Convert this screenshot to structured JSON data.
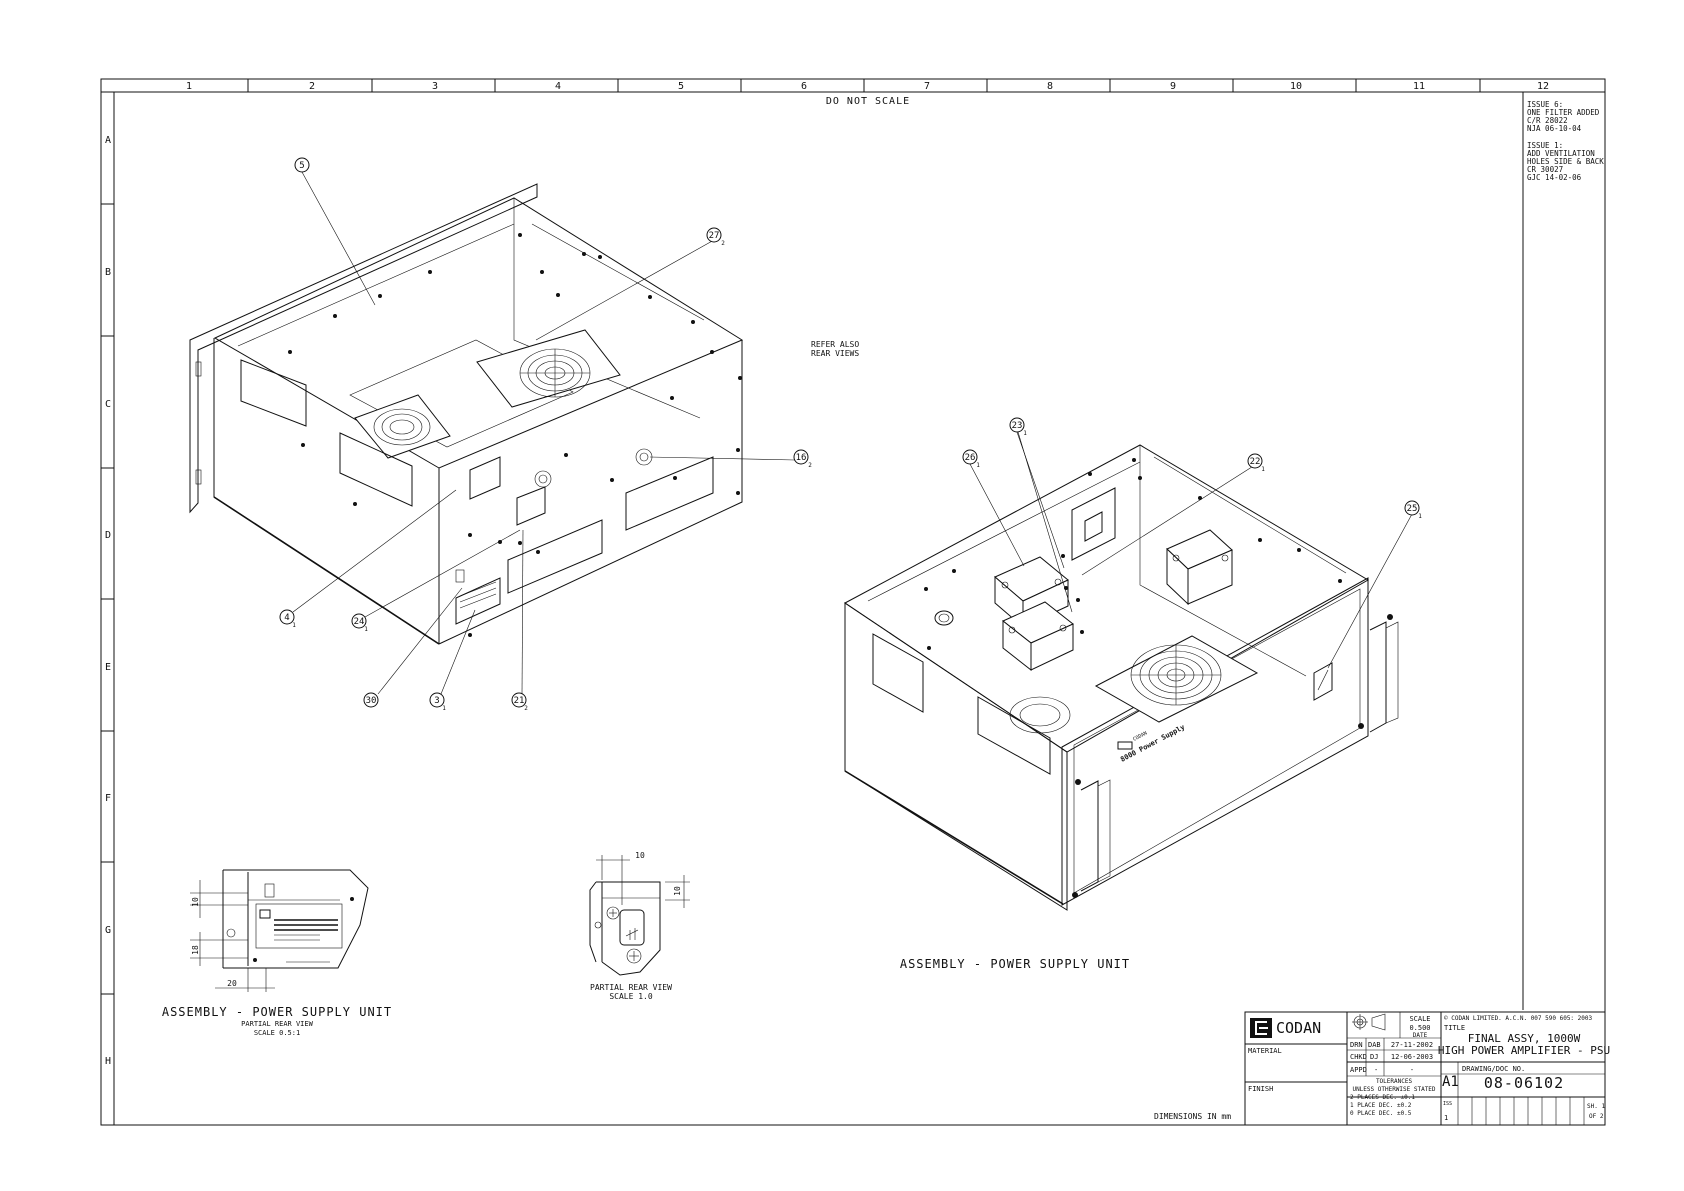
{
  "border": {
    "columns": [
      "1",
      "2",
      "3",
      "4",
      "5",
      "6",
      "7",
      "8",
      "9",
      "10",
      "11",
      "12"
    ],
    "rows": [
      "A",
      "B",
      "C",
      "D",
      "E",
      "F",
      "G",
      "H"
    ]
  },
  "header_note": "DO NOT SCALE",
  "revisions": [
    {
      "lines": [
        "ISSUE 6:",
        "ONE FILTER ADDED",
        "C/R 28022",
        "NJA 06-10-04"
      ]
    },
    {
      "lines": [
        "ISSUE 1:",
        "ADD VENTILATION",
        "HOLES SIDE & BACK",
        "CR 30027",
        "GJC 14-02-06"
      ]
    }
  ],
  "refer_note": [
    "REFER ALSO",
    "REAR VIEWS"
  ],
  "left_view": {
    "balloons": [
      {
        "num": "5",
        "sub": ""
      },
      {
        "num": "27",
        "sub": "2"
      },
      {
        "num": "16",
        "sub": "2"
      },
      {
        "num": "4",
        "sub": "1"
      },
      {
        "num": "24",
        "sub": "1"
      },
      {
        "num": "30",
        "sub": ""
      },
      {
        "num": "3",
        "sub": "1"
      },
      {
        "num": "21",
        "sub": "2"
      }
    ]
  },
  "right_view": {
    "balloons": [
      {
        "num": "23",
        "sub": "1"
      },
      {
        "num": "26",
        "sub": "1"
      },
      {
        "num": "22",
        "sub": "1"
      },
      {
        "num": "25",
        "sub": "1"
      }
    ],
    "panel_brand": "CODAN",
    "panel_label": "8000 Power Supply",
    "title": "ASSEMBLY - POWER SUPPLY UNIT"
  },
  "detail_left": {
    "dims": [
      "10",
      "18",
      "20"
    ],
    "title": "ASSEMBLY - POWER SUPPLY UNIT",
    "sub1": "PARTIAL REAR VIEW",
    "sub2": "SCALE 0.5:1"
  },
  "detail_mid": {
    "dims": [
      "10",
      "10"
    ],
    "title": "PARTIAL REAR VIEW",
    "sub": "SCALE 1.0"
  },
  "dimensions_note": "DIMENSIONS IN mm",
  "title_block": {
    "company": "CODAN",
    "material_label": "MATERIAL",
    "finish_label": "FINISH",
    "scale_label": "SCALE",
    "scale_value": "0.500",
    "date_label": "DATE",
    "drn_label": "DRN",
    "drn_value": "DAB",
    "drn_date": "27-11-2002",
    "chkd_label": "CHKD",
    "chkd_value": "DJ",
    "chkd_date": "12-06-2003",
    "appd_label": "APPD",
    "appd_value": "-",
    "appd_date": "-",
    "tolerances": [
      "TOLERANCES",
      "UNLESS OTHERWISE STATED",
      "2 PLACES DEC.   ±0.1",
      "1 PLACE DEC.    ±0.2",
      "0 PLACE DEC.    ±0.5"
    ],
    "copyright": "© CODAN LIMITED. A.C.N. 007 590 605: 2003",
    "title_label": "TITLE",
    "title_line1": "FINAL ASSY, 1000W",
    "title_line2": "HIGH POWER AMPLIFIER - PSU",
    "doc_label": "DRAWING/DOC NO.",
    "sheet_size": "A1",
    "doc_no": "08-06102",
    "iss_label": "ISS",
    "iss_value": "1",
    "sheet_label": "SH. 1",
    "sheet_of": "OF 2"
  }
}
